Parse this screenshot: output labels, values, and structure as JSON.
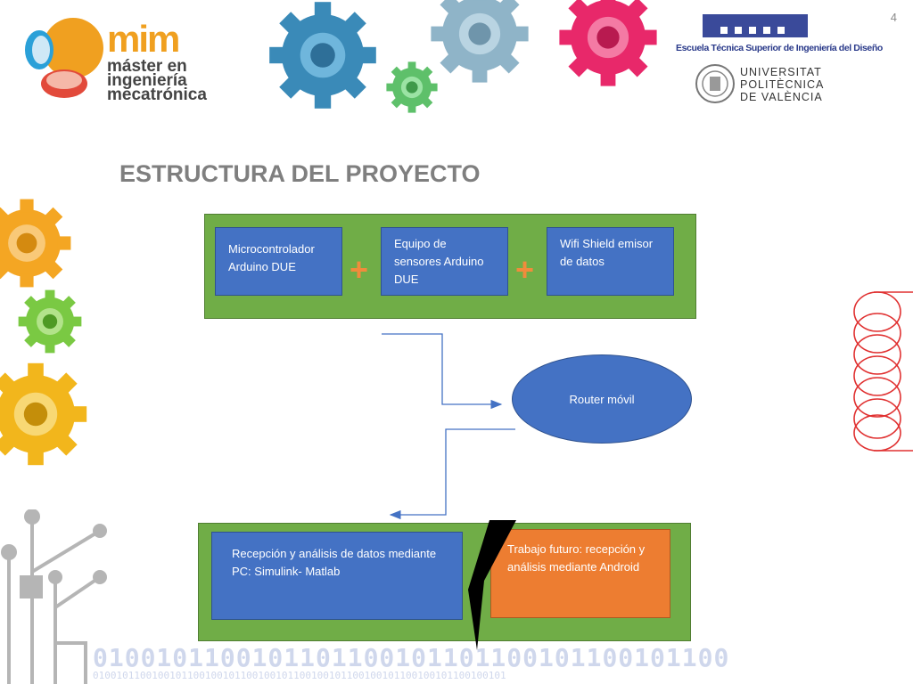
{
  "page": {
    "number": "4"
  },
  "logos": {
    "mim": {
      "mark": "mim",
      "line1": "máster en",
      "line2": "ingeniería",
      "line3": "mecatrónica"
    },
    "etsid": {
      "name": "Escuela Técnica Superior de Ingeniería del Diseño"
    },
    "upv": {
      "line1": "UNIVERSITAT",
      "line2": "POLITÈCNICA",
      "line3": "DE VALÈNCIA"
    }
  },
  "slide": {
    "title": "ESTRUCTURA DEL PROYECTO"
  },
  "diagram": {
    "top_group": {
      "box1": "Microcontrolador Arduino DUE",
      "plus1": "+",
      "box2": "Equipo de sensores Arduino DUE",
      "plus2": "+",
      "box3": "Wifi Shield emisor de datos"
    },
    "router": "Router móvil",
    "bottom_group": {
      "box_left": "Recepción y análisis de datos mediante PC: Simulink- Matlab",
      "box_right": "Trabajo futuro: recepción y análisis mediante Android"
    }
  },
  "decor": {
    "binary_line1": "0100101100101101100101101100101100101100",
    "binary_line2": "0100101100100101100100101100100101100100101100100101100100101100100101",
    "colors": {
      "blue": "#4472c4",
      "green": "#70ad47",
      "orange": "#ed7d31",
      "title": "#7f7f7f"
    }
  }
}
